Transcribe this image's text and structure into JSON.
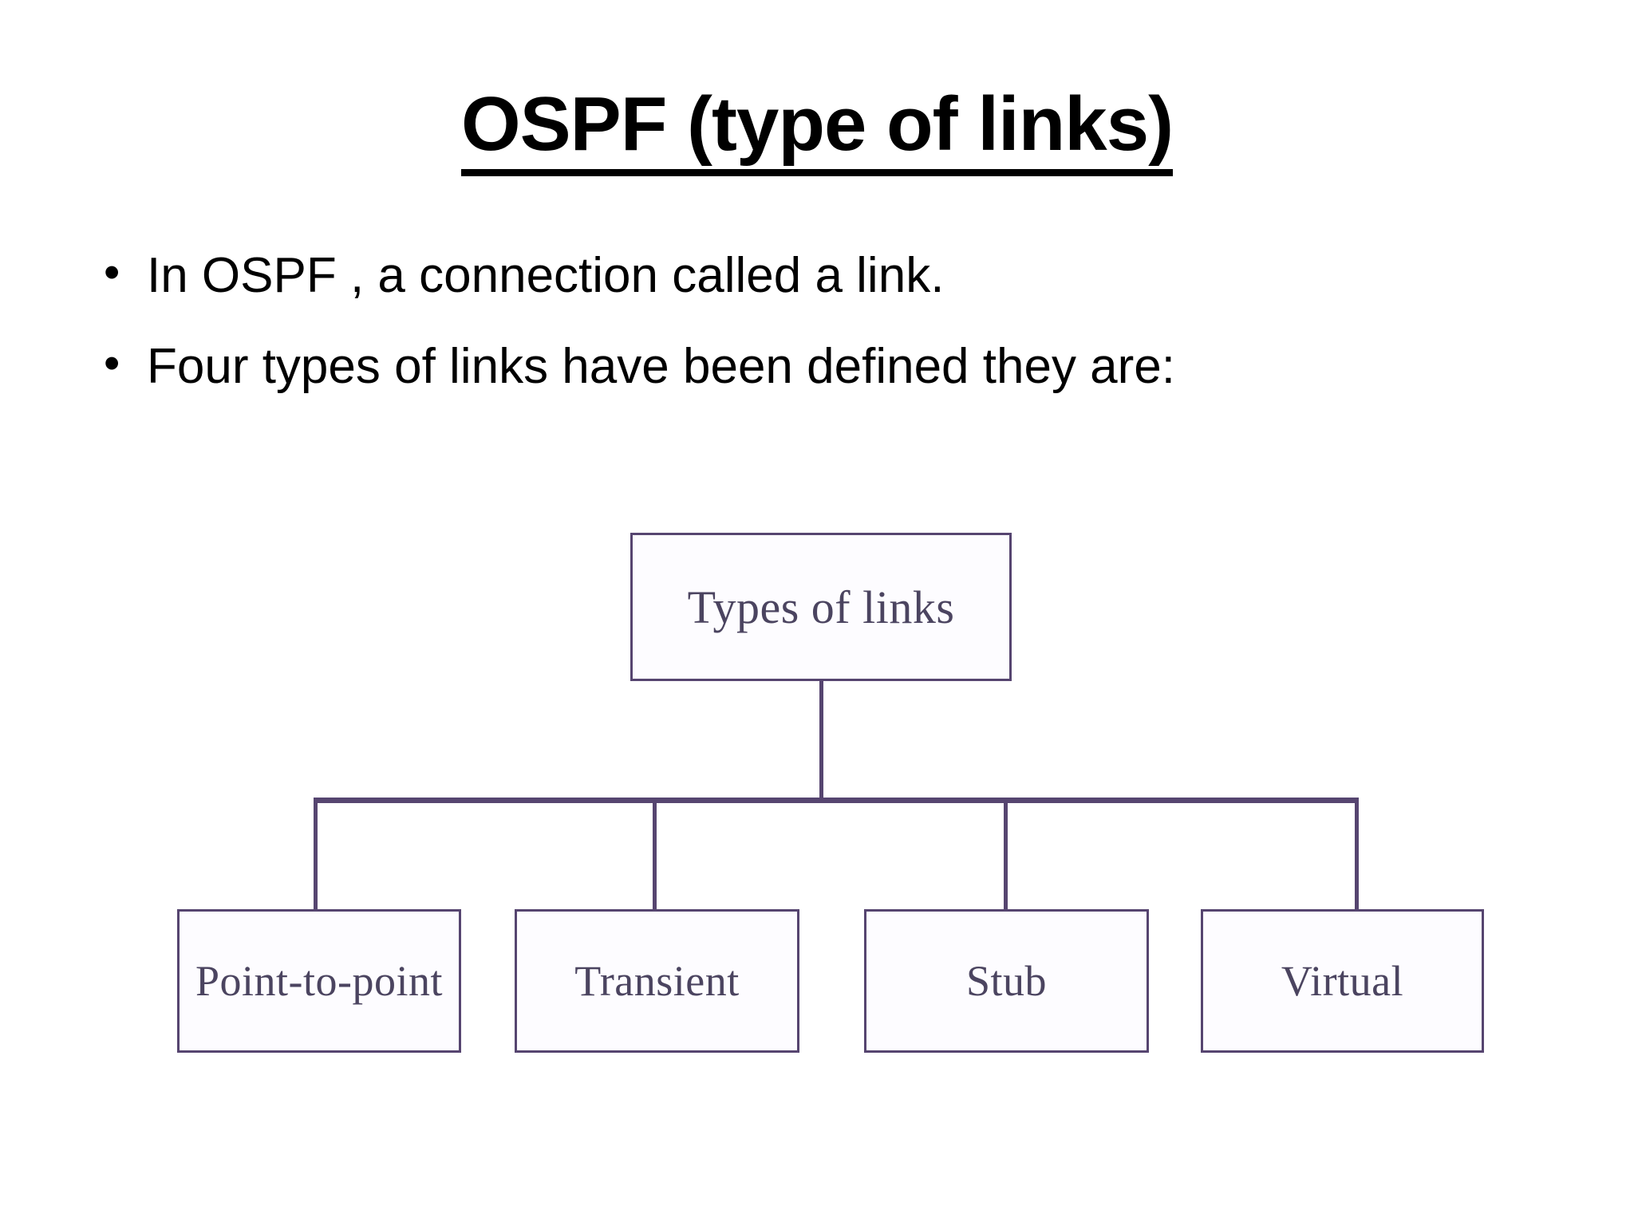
{
  "slide": {
    "title": "OSPF (type of links)",
    "background_color": "#ffffff",
    "title_color": "#000000"
  },
  "bullets": [
    {
      "marker": "•",
      "text": "In OSPF , a connection called a link."
    },
    {
      "marker": "•",
      "text": "Four types of links have been defined they are:"
    }
  ],
  "diagram": {
    "type": "tree",
    "border_color": "#564570",
    "shadow_color": "#6b5490",
    "node_fill": "#fdfcff",
    "node_text_color": "#4b4460",
    "root": {
      "label": "Types of links"
    },
    "children": [
      {
        "label": "Point-to-point"
      },
      {
        "label": "Transient"
      },
      {
        "label": "Stub"
      },
      {
        "label": "Virtual"
      }
    ]
  }
}
